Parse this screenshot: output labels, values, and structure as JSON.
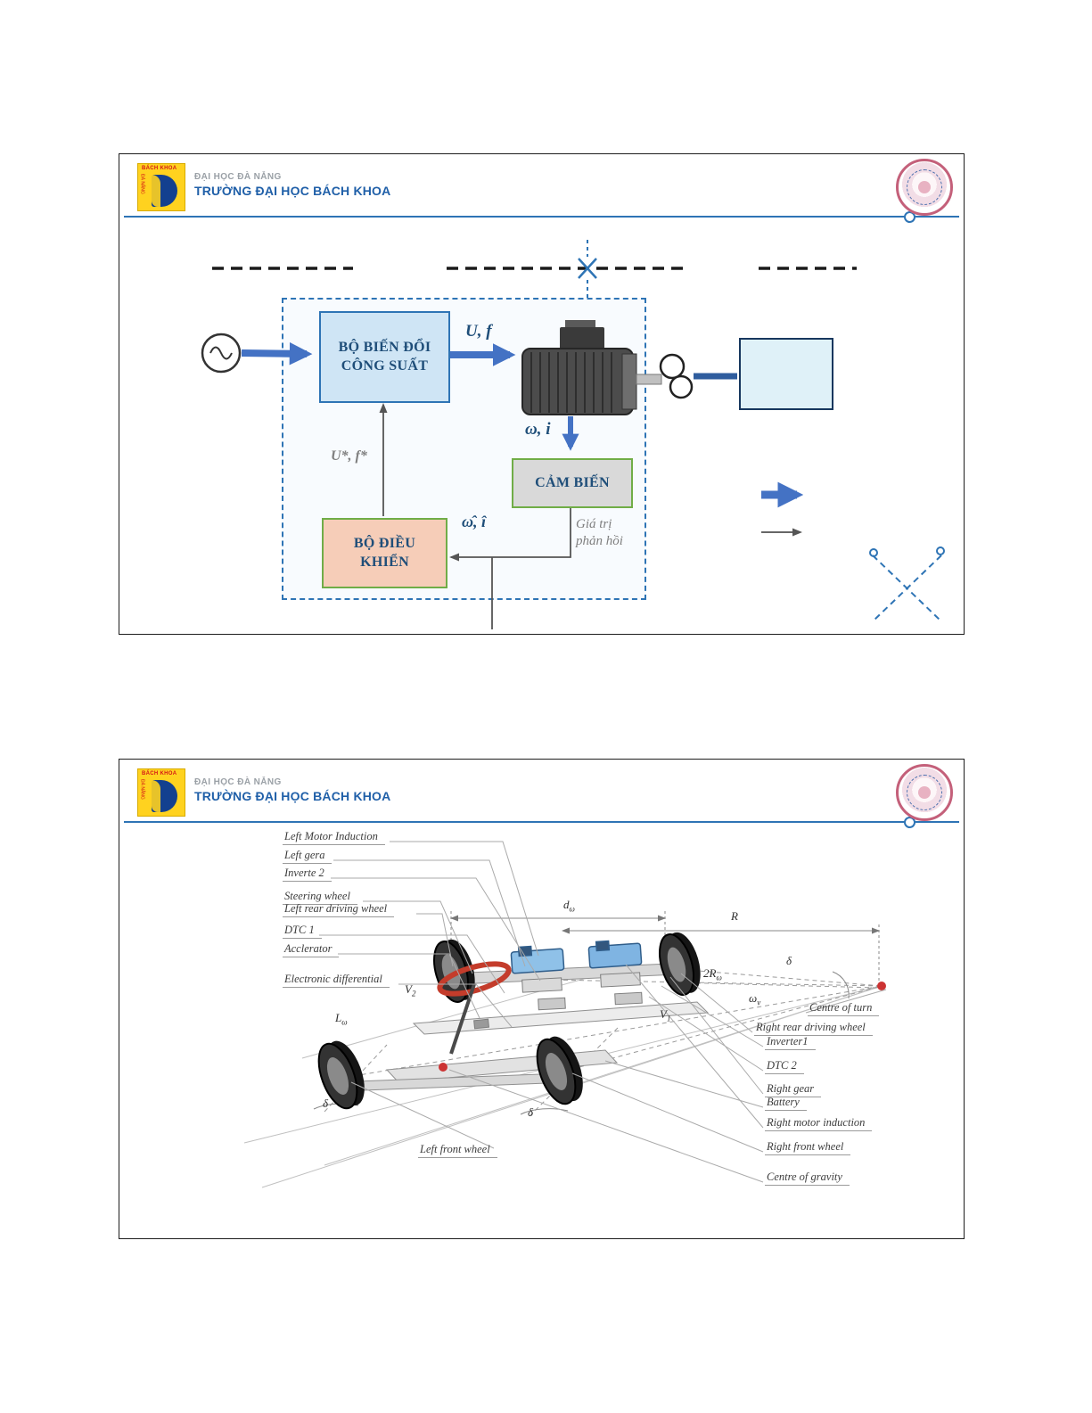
{
  "header": {
    "org": "ĐẠI HỌC ĐÀ NẴNG",
    "school": "TRƯỜNG ĐẠI HỌC BÁCH KHOA",
    "logo_top": "BÁCH KHOA",
    "logo_side": "ĐÀ NẴNG"
  },
  "slide1": {
    "converter_line1": "BỘ BIẾN ĐỔI",
    "converter_line2": "CÔNG SUẤT",
    "sensor": "CẢM BIẾN",
    "controller_line1": "BỘ ĐIỀU",
    "controller_line2": "KHIỂN",
    "label_uf": "U, f",
    "label_omega_i": "ω, i",
    "label_omega_hat": "ω̂, î",
    "label_ref": "U*, f*",
    "label_feedback": "Giá trị phản hồi"
  },
  "slide2": {
    "labels_left": [
      "Left Motor Induction",
      "Left gera",
      "Inverte 2",
      "Steering wheel",
      "Left rear driving wheel",
      "DTC 1",
      "Acclerator",
      "Electronic differential"
    ],
    "labels_right": [
      "Centre of turn",
      "Right rear driving wheel",
      "Inverter1",
      "DTC 2",
      "Right gear",
      "Battery",
      "Right motor induction",
      "Right front wheel",
      "Centre of gravity"
    ],
    "label_bottom": "Left front wheel",
    "annotations": [
      {
        "base": "d",
        "sub": "ω"
      },
      {
        "base": "R",
        "sub": ""
      },
      {
        "base": "2R",
        "sub": "ω"
      },
      {
        "base": "δ",
        "sub": ""
      },
      {
        "base": "ω",
        "sub": "v"
      },
      {
        "base": "L",
        "sub": "ω"
      },
      {
        "base": "V",
        "sub": "2"
      },
      {
        "base": "V",
        "sub": "1"
      },
      {
        "base": "δ",
        "sub": ""
      },
      {
        "base": "δ",
        "sub": ""
      }
    ]
  }
}
